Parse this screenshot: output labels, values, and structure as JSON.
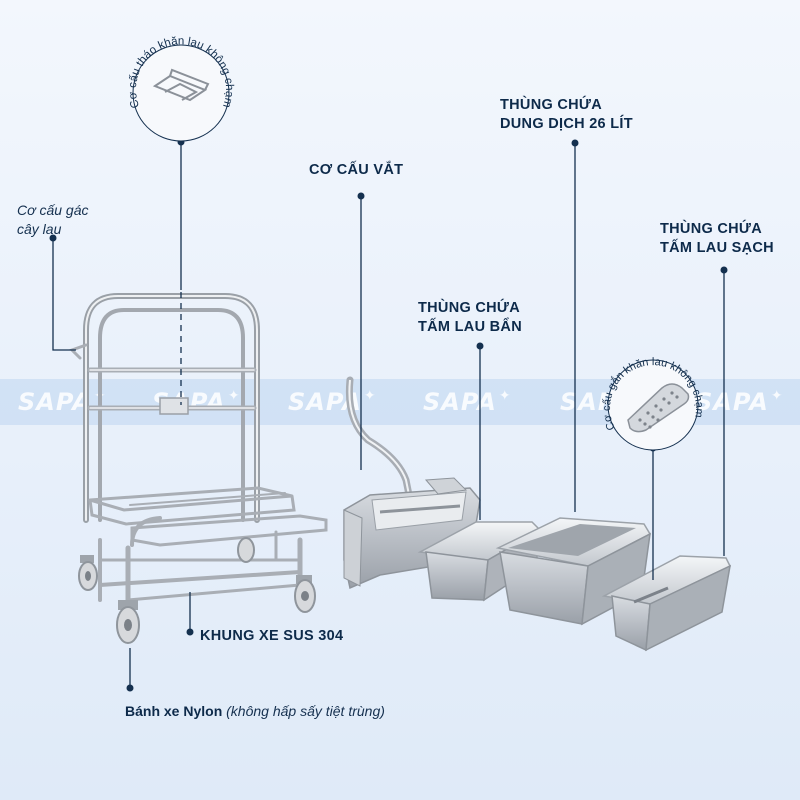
{
  "labels": {
    "mop_detach": "Cơ cấu tháo khăn lau không chạm",
    "mop_holder_line1": "Cơ cấu gác",
    "mop_holder_line2": "cây lau",
    "wringer": "CƠ CẤU VẮT",
    "solution_tank_line1": "THÙNG CHỨA",
    "solution_tank_line2": "DUNG DỊCH 26 LÍT",
    "clean_pad_line1": "THÙNG CHỨA",
    "clean_pad_line2": "TẤM LAU SẠCH",
    "dirty_pad_line1": "THÙNG CHỨA",
    "dirty_pad_line2": "TẤM LAU BẨN",
    "mop_attach": "Cơ cấu gắn khăn lau không chạm",
    "frame": "KHUNG XE SUS 304",
    "wheel_bold": "Bánh xe Nylon",
    "wheel_note": "(không hấp sấy tiệt trùng)"
  },
  "watermark": {
    "brand": "SAPA",
    "count": 6
  },
  "colors": {
    "background_top": "#f3f7fd",
    "background_bottom": "#dfeaf8",
    "text": "#0d2a4a",
    "steel": "#b9bec6",
    "watermark_band": "#c9dcf2"
  },
  "icons": [
    "mop-bracket-icon",
    "mop-pad-icon"
  ]
}
